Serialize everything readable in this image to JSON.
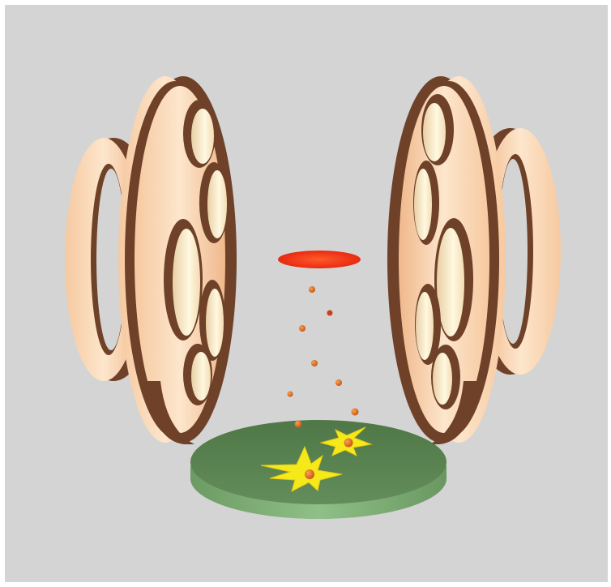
{
  "scene": {
    "subject": "ion-source",
    "colors": {
      "page": "#ffffff",
      "background": "#d4d4d4",
      "ring_light": "#fde0c4",
      "ring_mid": "#f0b98f",
      "ring_dark": "#6e4128",
      "ring_hole": "#fff6dc",
      "beam_disc": "#f2361a",
      "particle": "#e3781c",
      "particle_dark": "#c9501a",
      "target_top": "#5b8453",
      "target_side": "#7aa872",
      "impact_flash": "#f6e91a",
      "impact_core": "#d2541c"
    },
    "particle_count": 8,
    "impact_count": 2
  }
}
